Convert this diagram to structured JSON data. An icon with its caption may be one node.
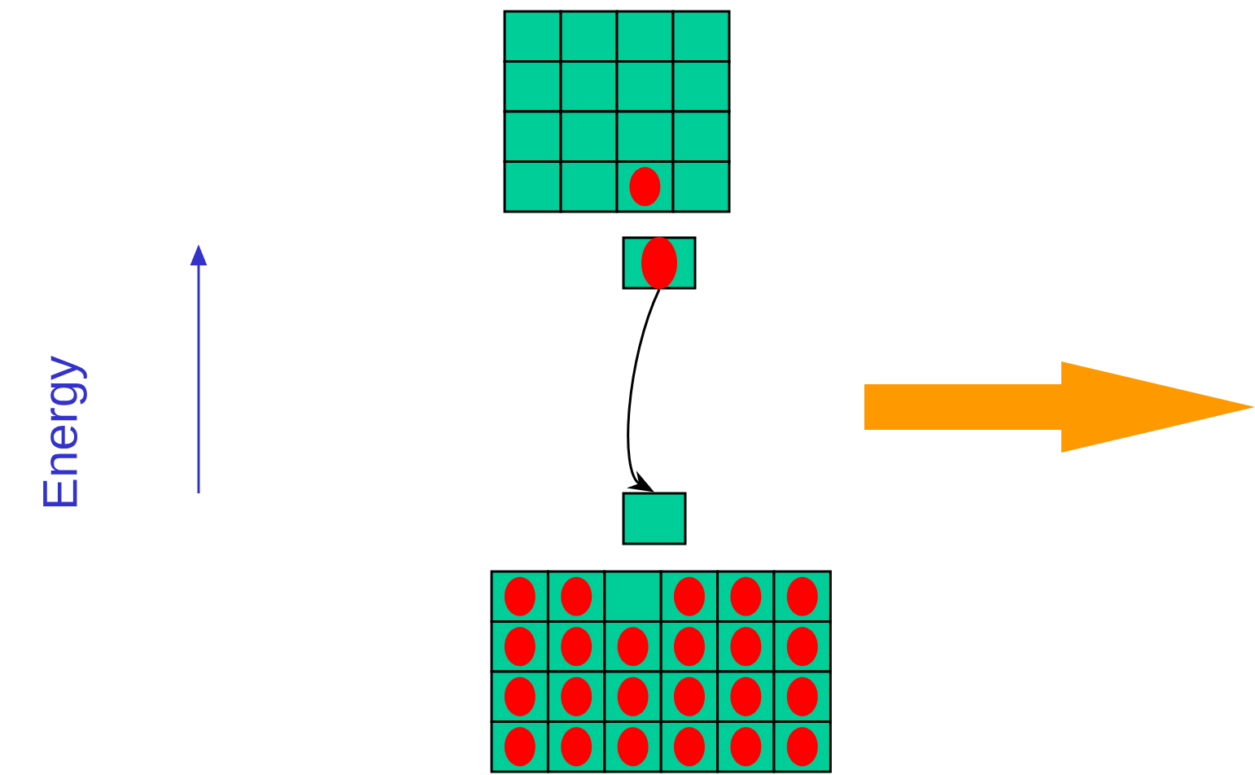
{
  "diagram": {
    "nodes": [
      {
        "text": [],
        "shape": "box"
      },
      {
        "text": [],
        "shape": "box"
      }
    ],
    "edges": [
      {
        "from": 0,
        "to": 1,
        "arrow": "to"
      }
    ],
    "labels": [
      "Energy"
    ]
  }
}
